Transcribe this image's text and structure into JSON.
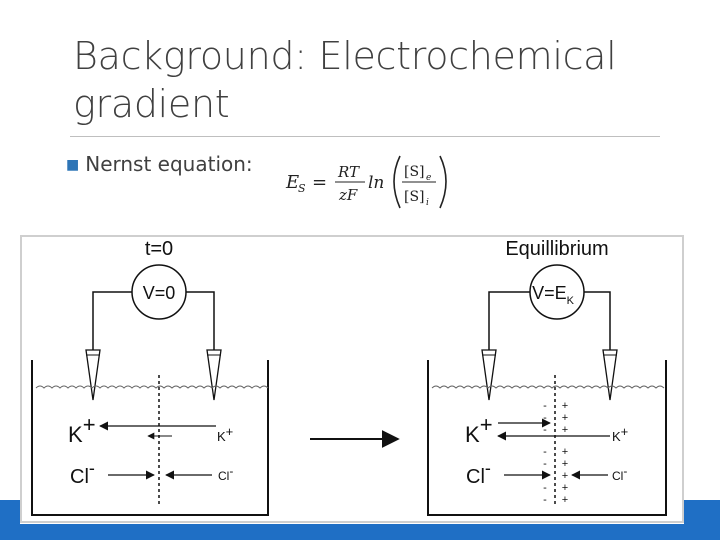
{
  "slide": {
    "title_line1": "Background: Electrochemical",
    "title_line2": "gradient",
    "bullet_text": "Nernst equation:",
    "accent_color": "#2e75b6",
    "bottom_bar_color": "#1f6fc5"
  },
  "equation": {
    "lhs": "E",
    "lhs_sub": "S",
    "equals": "=",
    "numerator": "RT",
    "denominator": "zF",
    "log": "ln",
    "conc_e": "[S]",
    "conc_e_sub": "e",
    "conc_i": "[S]",
    "conc_i_sub": "i"
  },
  "diagram": {
    "left": {
      "title": "t=0",
      "meter": "V=0",
      "k_big": "K",
      "k_small": "K",
      "cl_big": "Cl",
      "cl_small": "Cl"
    },
    "right": {
      "title": "Equillibrium",
      "meter": "V=E",
      "meter_sub": "K",
      "k_big": "K",
      "k_small": "K",
      "cl_big": "Cl",
      "cl_small": "Cl"
    },
    "plus": "+",
    "minus": "-"
  }
}
